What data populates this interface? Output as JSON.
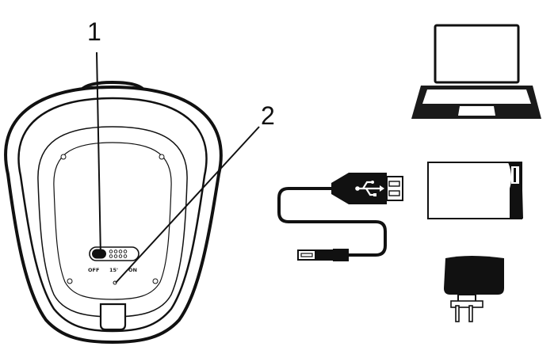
{
  "callouts": {
    "one": "1",
    "two": "2"
  },
  "switch_labels": {
    "off": "OFF",
    "timer": "15'",
    "on": "ON"
  },
  "items": [
    {
      "name": "device",
      "icon": "device-back-icon"
    },
    {
      "name": "laptop",
      "icon": "laptop-icon"
    },
    {
      "name": "usb-cable",
      "icon": "usb-cable-icon"
    },
    {
      "name": "manual",
      "icon": "booklet-icon"
    },
    {
      "name": "power-adapter",
      "icon": "wall-adapter-icon"
    }
  ],
  "colors": {
    "stroke": "#111111",
    "fill_dark": "#1a1a1a",
    "background": "#ffffff"
  }
}
